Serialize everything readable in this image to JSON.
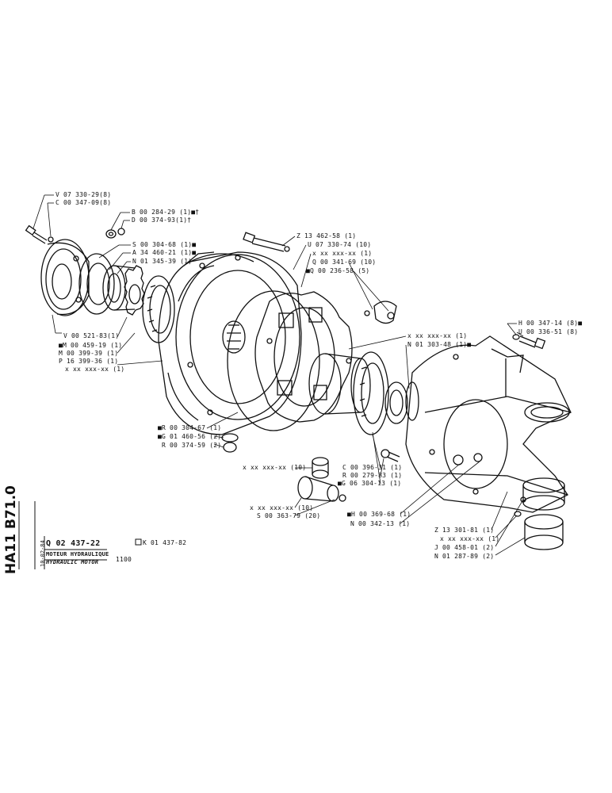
{
  "labels": {
    "v07330": "V 07 330-29(8)",
    "c00347": "C 00 347-09(8)",
    "b00284": "B 00 284-29 (1)■†",
    "d00374": "D 00 374-93(1)†",
    "s00304": "S 00 304-68 (1)■",
    "a34460": "A 34 460-21 (1)■",
    "n01345": "N 01 345-39 (1)",
    "v00521": "V 00 521-83(1)",
    "m00459": "■M 00 459-19 (1)",
    "m00399": "M 00 399-39 (1)",
    "p16399": "P 16 399-36 (1)",
    "xx_left": "x xx xxx-xx (1)",
    "z13462": "Z 13 462-58 (1)",
    "u07330": "U 07 330-74 (10)",
    "xx_top": "x xx xxx-xx (1)",
    "q00341": "Q 00 341-69 (10)",
    "q00236": "■Q 00 236-58 (5)",
    "h00347": "H 00 347-14 (8)■",
    "u00336": "U 00 336-51 (8)",
    "xx_mid": "x xx xxx-xx (1)",
    "n01303": "N 01 303-48 (1)■",
    "r00304": "■R 00 304-67 (1)",
    "g01460": "■G 01 460-56 (2)",
    "r00374": "R 00 374-59 (2)",
    "c00396": "C 00 396-31 (1)",
    "r00279": "R 00 279-83 (1)",
    "g06304": "■G 06 304-13 (1)",
    "xx10a": "x xx xxx-xx (10)",
    "xx10b": "x xx xxx-xx (10)",
    "s00363": "S 00 363-79 (20)",
    "h00369": "■H 00 369-68 (1)",
    "n00342": "N 00 342-13 (1)",
    "z13301": "Z 13 301-81 (1)",
    "xx_low": "x xx xxx-xx (1)",
    "j00458": "J 00 458-01 (2)",
    "n01287": "N 01 287-89 (2)"
  },
  "title_block": {
    "side_code": "HA11 B71.0",
    "date": "10-02-84",
    "ref_main": "Q 02 437-22",
    "ref_alt": "K 01 437-82",
    "title_fr": "MOTEUR HYDRAULIQUE",
    "title_en": "HYDRAULIC MOTOR",
    "model": "1100"
  }
}
